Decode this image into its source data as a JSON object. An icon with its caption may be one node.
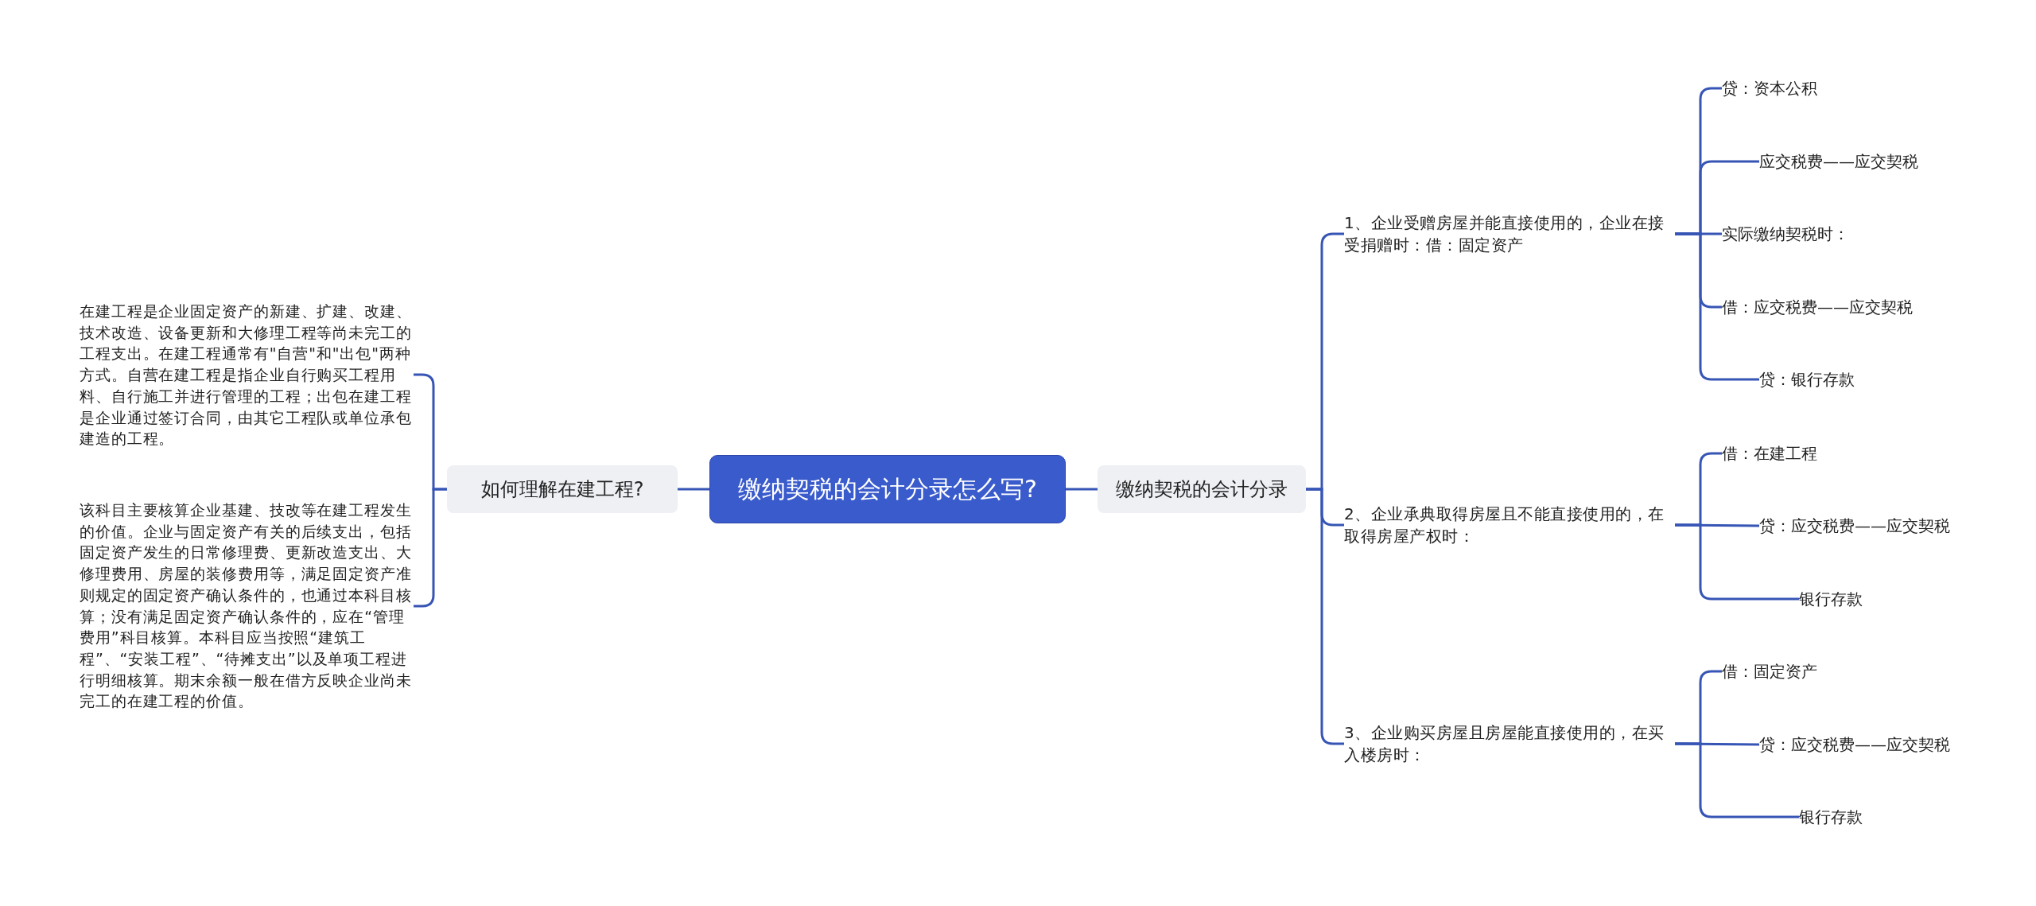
{
  "diagram": {
    "nodes": [
      {
        "text": [
          "缴纳契税的会计分录怎么写?"
        ]
      },
      {
        "text": [
          "如何理解在建工程?"
        ]
      },
      {
        "text": [
          "在建工程是企业固定资产的新建、扩建、改建、技术改造、设备更新和大修理工程等尚未完工的工程支出。在建工程通常有\"自营\"和\"出包\"两种方式。自营在建工程是指企业自行购买工程用料、自行施工并进行管理的工程；出包在建工程是企业通过签订合同，由其它工程队或单位承包建造的工程。"
        ]
      },
      {
        "text": [
          "该科目主要核算企业基建、技改等在建工程发生的价值。企业与固定资产有关的后续支出，包括固定资产发生的日常修理费、更新改造支出、大修理费用、房屋的装修费用等，满足固定资产准则规定的固定资产确认条件的，也通过本科目核算；没有满足固定资产确认条件的，应在“管理费用”科目核算。本科目应当按照“建筑工程”、“安装工程”、“待摊支出”以及单项工程进行明细核算。期末余额一般在借方反映企业尚未完工的在建工程的价值。"
        ]
      },
      {
        "text": [
          "缴纳契税的会计分录"
        ]
      },
      {
        "text": [
          "1、企业受赠房屋并能直接使用的，企业在接受捐赠时：借：固定资产"
        ]
      },
      {
        "text": [
          "贷：资本公积"
        ]
      },
      {
        "text": [
          "应交税费——应交契税"
        ]
      },
      {
        "text": [
          "实际缴纳契税时："
        ]
      },
      {
        "text": [
          "借：应交税费——应交契税"
        ]
      },
      {
        "text": [
          "贷：银行存款"
        ]
      },
      {
        "text": [
          "2、企业承典取得房屋且不能直接使用的，在取得房屋产权时："
        ]
      },
      {
        "text": [
          "借：在建工程"
        ]
      },
      {
        "text": [
          "贷：应交税费——应交契税"
        ]
      },
      {
        "text": [
          "银行存款"
        ]
      },
      {
        "text": [
          "3、企业购买房屋且房屋能直接使用的，在买入楼房时："
        ]
      },
      {
        "text": [
          "借：固定资产"
        ]
      },
      {
        "text": [
          "贷：应交税费——应交契税"
        ]
      },
      {
        "text": [
          "银行存款"
        ]
      }
    ],
    "edges": [
      {
        "from": 0,
        "to": 1,
        "arrow": "none"
      },
      {
        "from": 1,
        "to": 2,
        "arrow": "none"
      },
      {
        "from": 1,
        "to": 3,
        "arrow": "none"
      },
      {
        "from": 0,
        "to": 4,
        "arrow": "none"
      },
      {
        "from": 4,
        "to": 5,
        "arrow": "none"
      },
      {
        "from": 4,
        "to": 11,
        "arrow": "none"
      },
      {
        "from": 4,
        "to": 15,
        "arrow": "none"
      },
      {
        "from": 5,
        "to": 6,
        "arrow": "none"
      },
      {
        "from": 5,
        "to": 7,
        "arrow": "none"
      },
      {
        "from": 5,
        "to": 8,
        "arrow": "none"
      },
      {
        "from": 5,
        "to": 9,
        "arrow": "none"
      },
      {
        "from": 5,
        "to": 10,
        "arrow": "none"
      },
      {
        "from": 11,
        "to": 12,
        "arrow": "none"
      },
      {
        "from": 11,
        "to": 13,
        "arrow": "none"
      },
      {
        "from": 11,
        "to": 14,
        "arrow": "none"
      },
      {
        "from": 15,
        "to": 16,
        "arrow": "none"
      },
      {
        "from": 15,
        "to": 17,
        "arrow": "none"
      },
      {
        "from": 15,
        "to": 18,
        "arrow": "none"
      }
    ]
  }
}
